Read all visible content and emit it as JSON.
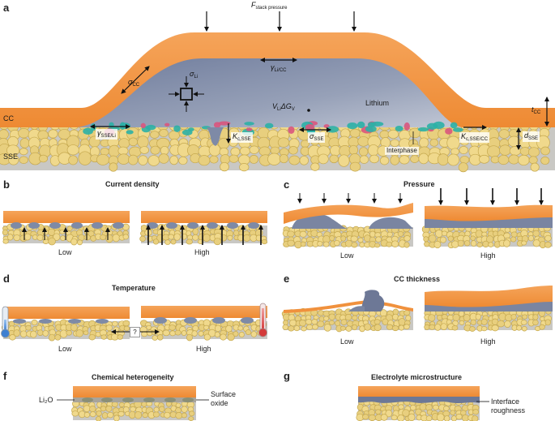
{
  "panels": {
    "a": {
      "label": "a",
      "stack_pressure_symbol": "F",
      "stack_pressure_sub": "stack pressure",
      "lithium": "Lithium",
      "cc": "CC",
      "sse": "SSE",
      "interphase": "Interphase",
      "sigma_cc": "σ",
      "sigma_cc_sub": "CC",
      "sigma_li": "σ",
      "sigma_li_sub": "Li",
      "gamma_li_cc": "γ",
      "gamma_li_cc_sub": "Li/CC",
      "gamma_sse_li": "γ",
      "gamma_sse_li_sub": "SSE/Li",
      "free_energy": "V",
      "free_energy_sub": "Li",
      "free_energy_rest": "ΔG",
      "free_energy_sub2": "V",
      "kc_sse": "K",
      "kc_sse_sub": "c,SSE",
      "sigma_sse": "σ",
      "sigma_sse_sub": "SSE",
      "kc_sse_cc": "K",
      "kc_sse_cc_sub": "c,SSE/CC",
      "t_cc": "t",
      "t_cc_sub": "CC",
      "d_sse": "d",
      "d_sse_sub": "SSE"
    },
    "b": {
      "label": "b",
      "title": "Current density",
      "low": "Low",
      "high": "High"
    },
    "c": {
      "label": "c",
      "title": "Pressure",
      "low": "Low",
      "high": "High"
    },
    "d": {
      "label": "d",
      "title": "Temperature",
      "low": "Low",
      "high": "High",
      "question": "?"
    },
    "e": {
      "label": "e",
      "title": "CC thickness",
      "low": "Low",
      "high": "High"
    },
    "f": {
      "label": "f",
      "title": "Chemical heterogeneity",
      "li2o": "Li₂O",
      "oxide_line1": "Surface",
      "oxide_line2": "oxide"
    },
    "g": {
      "label": "g",
      "title": "Electrolyte microstructure",
      "rough_line1": "Interface",
      "rough_line2": "roughness"
    }
  },
  "colors": {
    "cc_orange": "#f0913d",
    "cc_light": "#f7b877",
    "lithium": "#7e8aa6",
    "lithium_light": "#b4bccf",
    "sse_fill": "#e8cf7e",
    "sse_grain": "#f0d98c",
    "sse_edge": "#c6a94f",
    "sse_bg": "#c9c8c4",
    "interphase_pink": "#d9557d",
    "interphase_teal": "#2bb0a6"
  }
}
